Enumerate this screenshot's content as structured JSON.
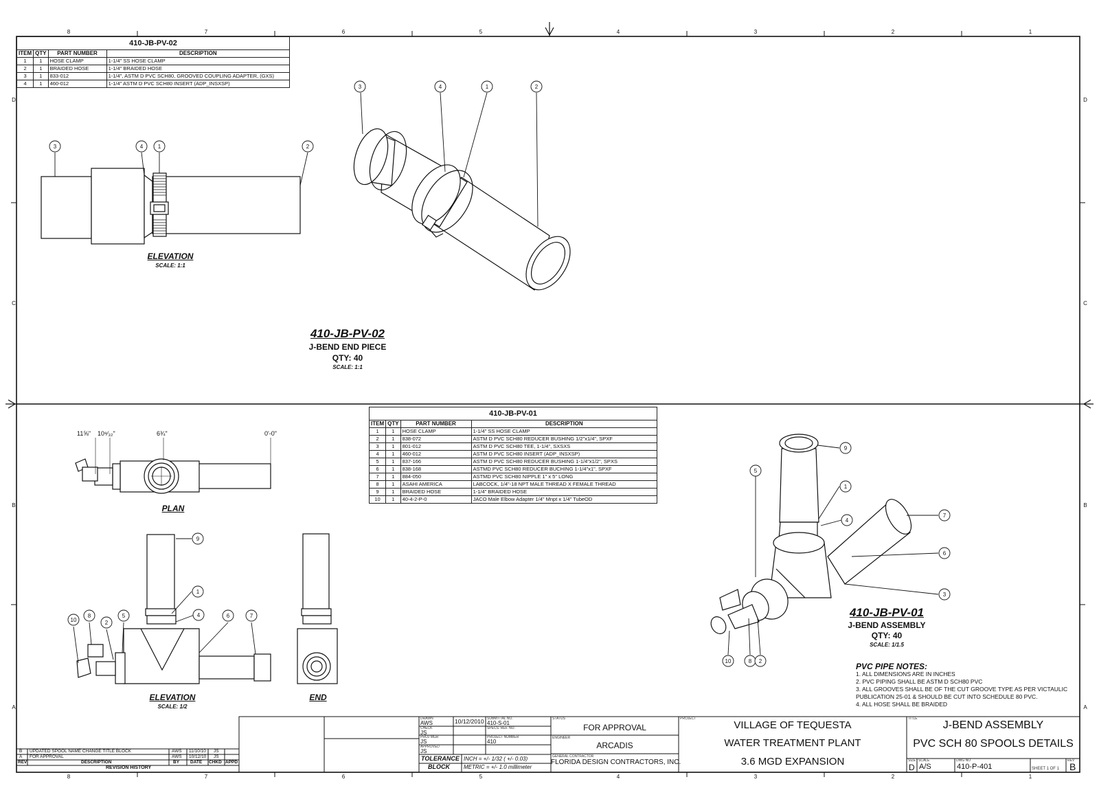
{
  "border": {
    "top_numbers": [
      "8",
      "7",
      "6",
      "5",
      "4",
      "3",
      "2",
      "1"
    ],
    "bottom_numbers": [
      "8",
      "7",
      "6",
      "5",
      "4",
      "3",
      "2",
      "1"
    ],
    "side_letters": [
      "D",
      "C",
      "B",
      "A"
    ]
  },
  "bom_top": {
    "title": "410-JB-PV-02",
    "headers": [
      "ITEM",
      "QTY",
      "PART NUMBER",
      "DESCRIPTION"
    ],
    "rows": [
      [
        "1",
        "1",
        "HOSE CLAMP",
        "1-1/4\" SS HOSE CLAMP"
      ],
      [
        "2",
        "1",
        "BRAIDED HOSE",
        "1-1/4\" BRAIDED HOSE"
      ],
      [
        "3",
        "1",
        "833-012",
        "1-1/4\", ASTM D PVC SCH80, GROOVED COUPLING ADAPTER, (GXS)"
      ],
      [
        "4",
        "1",
        "460-012",
        "1-1/4\" ASTM D PVC SCH80 INSERT (ADP_INSXSP)"
      ]
    ]
  },
  "bom_bottom": {
    "title": "410-JB-PV-01",
    "headers": [
      "ITEM",
      "QTY",
      "PART NUMBER",
      "DESCRIPTION"
    ],
    "rows": [
      [
        "1",
        "1",
        "HOSE CLAMP",
        "1-1/4\" SS HOSE CLAMP"
      ],
      [
        "2",
        "1",
        "838-072",
        "ASTM D PVC SCH80 REDUCER BUSHING 1/2\"x1/4\", SPXF"
      ],
      [
        "3",
        "1",
        "801-012",
        "ASTM D PVC SCH80 TEE, 1-1/4\", SXSXS"
      ],
      [
        "4",
        "1",
        "460-012",
        "ASTM D PVC SCH80 INSERT (ADP_INSXSP)"
      ],
      [
        "5",
        "1",
        "837-166",
        "ASTM D PVC SCH80 REDUCER BUSHING 1-1/4\"x1/2\", SPXS"
      ],
      [
        "6",
        "1",
        "838-168",
        "ASTMD PVC SCH80 REDUCER BUCHING 1-1/4\"x1\", SPXF"
      ],
      [
        "7",
        "1",
        "884-050",
        "ASTMD PVC SCH80 NIPPLE 1\" x 5\" LONG"
      ],
      [
        "8",
        "1",
        "ASAHI AMERICA",
        "LABCOCK, 1/4\"-18 NPT MALE THREAD X FEMALE THREAD"
      ],
      [
        "9",
        "1",
        "BRAIDED HOSE",
        "1-1/4\" BRAIDED HOSE"
      ],
      [
        "10",
        "1",
        "40-4-2-P-0",
        "JACO Male Elbow Adapter 1/4\" Mnpt x 1/4\" TubeOD"
      ]
    ]
  },
  "views": {
    "top_elevation": {
      "title": "ELEVATION",
      "scale": "SCALE: 1:1"
    },
    "top_assembly": {
      "title": "410-JB-PV-02",
      "subtitle": "J-BEND END PIECE",
      "qty": "QTY: 40",
      "scale": "SCALE: 1:1"
    },
    "plan": {
      "title": "PLAN"
    },
    "bottom_elevation": {
      "title": "ELEVATION",
      "scale": "SCALE: 1/2"
    },
    "end": {
      "title": "END"
    },
    "bottom_assembly": {
      "title": "410-JB-PV-01",
      "subtitle": "J-BEND ASSEMBLY",
      "qty": "QTY: 40",
      "scale": "SCALE: 1/1.5"
    }
  },
  "dimensions": {
    "d1": "11⅝\"",
    "d2": "10⁹⁄₃₂\"",
    "d3": "6¾\"",
    "d4": "0'-0\""
  },
  "notes": {
    "heading": "PVC PIPE NOTES:",
    "lines": [
      "1. ALL DIMENSIONS ARE IN INCHES",
      "2. PVC PIPING SHALL BE ASTM D SCH80 PVC",
      "3. ALL GROOVES SHALL BE OF THE CUT GROOVE TYPE AS PER VICTAULIC",
      "PUBLICATION 25-01 & SHOULD BE CUT INTO SCHEDULE 80 PVC.",
      "4. ALL HOSE SHALL BE BRAIDED"
    ]
  },
  "revisions": {
    "rows": [
      {
        "rev": "B",
        "desc": "UPDATED SPOOL NAME CHANGE TITLE BLOCK",
        "by": "AWS",
        "date": "11/10/10",
        "chkd": "JS",
        "appd": ""
      },
      {
        "rev": "A",
        "desc": "FOR APPROVAL",
        "by": "AWS",
        "date": "10/12/10",
        "chkd": "JS",
        "appd": ""
      }
    ],
    "headers": {
      "rev": "REV",
      "desc": "DESCRIPTION",
      "by": "BY",
      "date": "DATE",
      "chkd": "CHKD",
      "appd": "APPD"
    },
    "footer": "REVISION HISTORY"
  },
  "title_block": {
    "drawn_label": "DRAWN",
    "drawn": "AWS",
    "date": "10/12/2010",
    "submittal_label": "SUBMITTAL NO.",
    "submittal": "410-S-01",
    "check_label": "CHECK",
    "check": "JS",
    "spec_label": "SPECS. REF. NO.",
    "proj_mgr_label": "PROJ MGR",
    "proj_mgr": "JS",
    "project_number_label": "PROJECT NUMBER",
    "project_number": "410",
    "approved_label": "APPROVED",
    "approved": "JS",
    "tolerance_label": "TOLERANCE",
    "block_label": "BLOCK",
    "tol_inch": "INCH = +/- 1/32 ( +/- 0.03)",
    "tol_metric": "METRIC = +/- 1.0 millimeter",
    "status_label": "STATUS",
    "status": "FOR APPROVAL",
    "engineer_label": "ENGINEER",
    "engineer": "ARCADIS",
    "gc_label": "GENERAL CONTRACTOR",
    "gc": "FLORIDA DESIGN CONTRACTORS, INC.",
    "project_label": "PROJECT",
    "project_lines": [
      "VILLAGE OF TEQUESTA",
      "WATER TREATMENT PLANT",
      "3.6 MGD EXPANSION"
    ],
    "title_label": "TITLE",
    "title_lines": [
      "J-BEND ASSEMBLY",
      "PVC SCH 80 SPOOLS DETAILS"
    ],
    "size_label": "SIZE",
    "size": "D",
    "scale_label": "SCALE",
    "scale": "A/S",
    "dwg_label": "DWG NO",
    "dwg": "410-P-401",
    "sheet": "SHEET 1 OF 1",
    "rev_label": "REV",
    "rev": "B"
  },
  "balloons": {
    "top_elev": [
      "3",
      "4",
      "1",
      "2"
    ],
    "top_iso": [
      "3",
      "4",
      "1",
      "2"
    ],
    "bottom_elev": [
      "9",
      "1",
      "4",
      "10",
      "8",
      "2",
      "5",
      "6",
      "7"
    ],
    "bottom_iso": [
      "9",
      "1",
      "4",
      "5",
      "7",
      "6",
      "3",
      "10",
      "8",
      "2"
    ]
  }
}
